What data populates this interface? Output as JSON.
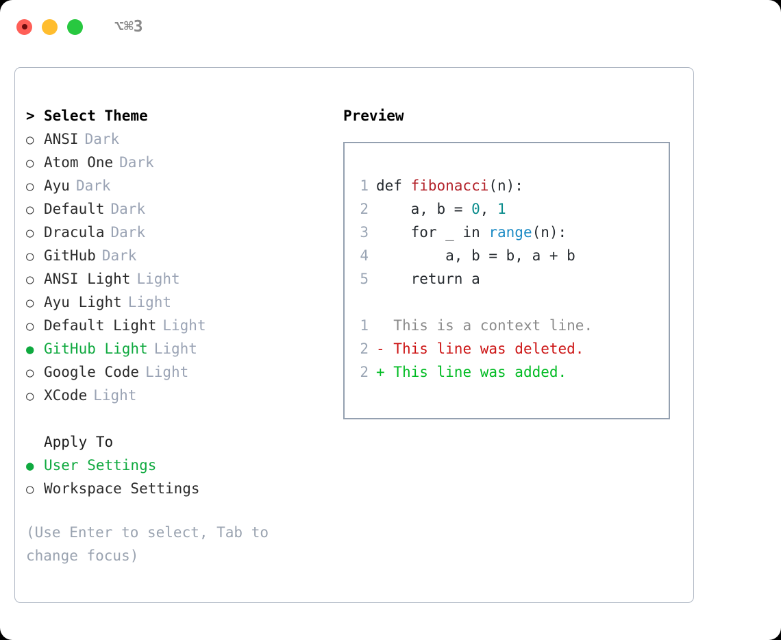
{
  "window": {
    "title_shortcut": "⌥⌘3",
    "traffic_lights": [
      {
        "name": "close",
        "color": "#ff5f57"
      },
      {
        "name": "minimize",
        "color": "#ffbd2e"
      },
      {
        "name": "maximize",
        "color": "#28c840"
      }
    ]
  },
  "theme_picker": {
    "header_marker": ">",
    "header_label": "Select Theme",
    "radio_empty": "○",
    "radio_full": "●",
    "items": [
      {
        "name": "ANSI",
        "category": "Dark",
        "selected": false
      },
      {
        "name": "Atom One",
        "category": "Dark",
        "selected": false
      },
      {
        "name": "Ayu",
        "category": "Dark",
        "selected": false
      },
      {
        "name": "Default",
        "category": "Dark",
        "selected": false
      },
      {
        "name": "Dracula",
        "category": "Dark",
        "selected": false
      },
      {
        "name": "GitHub",
        "category": "Dark",
        "selected": false
      },
      {
        "name": "ANSI Light",
        "category": "Light",
        "selected": false
      },
      {
        "name": "Ayu Light",
        "category": "Light",
        "selected": false
      },
      {
        "name": "Default Light",
        "category": "Light",
        "selected": false
      },
      {
        "name": "GitHub Light",
        "category": "Light",
        "selected": true
      },
      {
        "name": "Google Code",
        "category": "Light",
        "selected": false
      },
      {
        "name": "XCode",
        "category": "Light",
        "selected": false
      }
    ]
  },
  "apply_to": {
    "title": "Apply To",
    "options": [
      {
        "name": "User Settings",
        "selected": true
      },
      {
        "name": "Workspace Settings",
        "selected": false
      }
    ]
  },
  "hint": "(Use Enter to select, Tab to change focus)",
  "preview": {
    "title": "Preview",
    "code_lines": [
      {
        "number": "1",
        "segments": [
          {
            "text": "def ",
            "kind": "plain"
          },
          {
            "text": "fibonacci",
            "kind": "fn"
          },
          {
            "text": "(n):",
            "kind": "plain"
          }
        ]
      },
      {
        "number": "2",
        "segments": [
          {
            "text": "    a, b = ",
            "kind": "plain"
          },
          {
            "text": "0",
            "kind": "num"
          },
          {
            "text": ", ",
            "kind": "plain"
          },
          {
            "text": "1",
            "kind": "num"
          }
        ]
      },
      {
        "number": "3",
        "segments": [
          {
            "text": "    for _ in ",
            "kind": "plain"
          },
          {
            "text": "range",
            "kind": "call"
          },
          {
            "text": "(n):",
            "kind": "plain"
          }
        ]
      },
      {
        "number": "4",
        "segments": [
          {
            "text": "        a, b = b, a + b",
            "kind": "plain"
          }
        ]
      },
      {
        "number": "5",
        "segments": [
          {
            "text": "    return a",
            "kind": "plain"
          }
        ]
      }
    ],
    "diff_lines": [
      {
        "number": "1",
        "sign": "  ",
        "text": "This is a context line.",
        "kind": "context"
      },
      {
        "number": "2",
        "sign": "- ",
        "text": "This line was deleted.",
        "kind": "del"
      },
      {
        "number": "2",
        "sign": "+ ",
        "text": "This line was added.",
        "kind": "add"
      }
    ]
  },
  "colors": {
    "selected_green": "#0fa93f",
    "diff_add_green": "#00bb22",
    "diff_del_red": "#cc1414",
    "muted_grey": "#9aa3b4",
    "function_red": "#b3222a",
    "number_teal": "#0a8c8c",
    "builtin_blue": "#1a8ac4",
    "card_border": "#aeb6c3",
    "preview_border": "#94a0b0"
  }
}
